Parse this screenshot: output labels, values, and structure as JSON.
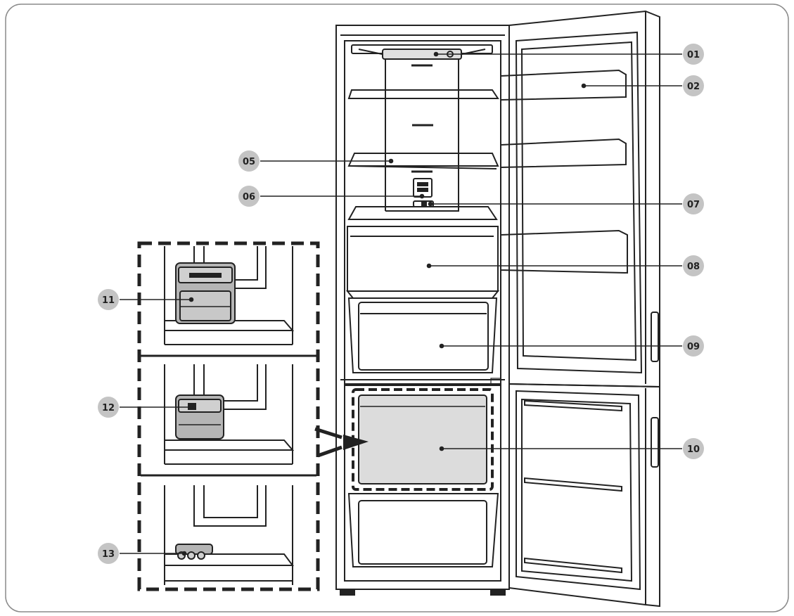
{
  "callouts": [
    {
      "id": "c01",
      "label": "01"
    },
    {
      "id": "c02",
      "label": "02"
    },
    {
      "id": "c05",
      "label": "05"
    },
    {
      "id": "c06",
      "label": "06"
    },
    {
      "id": "c07",
      "label": "07"
    },
    {
      "id": "c08",
      "label": "08"
    },
    {
      "id": "c09",
      "label": "09"
    },
    {
      "id": "c10",
      "label": "10"
    },
    {
      "id": "c11",
      "label": "11"
    },
    {
      "id": "c12",
      "label": "12"
    },
    {
      "id": "c13",
      "label": "13"
    }
  ],
  "colors": {
    "stroke": "#222222",
    "badge_fill": "#c4c4c4",
    "highlight_fill": "#dcdcdc",
    "accessory_fill": "#b5b5b5",
    "frame": "#8a8a8a"
  }
}
